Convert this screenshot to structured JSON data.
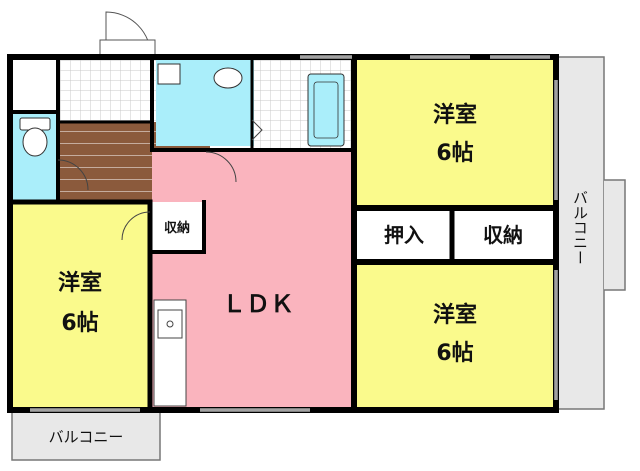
{
  "rooms": {
    "western_room_upper_right": {
      "name": "洋室",
      "size": "6帖"
    },
    "western_room_lower_right": {
      "name": "洋室",
      "size": "6帖"
    },
    "western_room_left": {
      "name": "洋室",
      "size": "6帖"
    },
    "ldk": {
      "name": "ＬＤＫ"
    },
    "oshiire": {
      "name": "押入"
    },
    "storage_center": {
      "name": "収納"
    },
    "storage_small": {
      "name": "収納"
    },
    "balcony_right": {
      "name": "バルコニー"
    },
    "balcony_bottom": {
      "name": "バルコニー"
    }
  },
  "colors": {
    "western_room": "#fafa8c",
    "ldk": "#fab4be",
    "water_area": "#aaeefa",
    "hallway_floor": "#8b5a3c",
    "tile": "#dcdcdc",
    "wall": "#000000",
    "balcony": "#e6e6e6"
  }
}
